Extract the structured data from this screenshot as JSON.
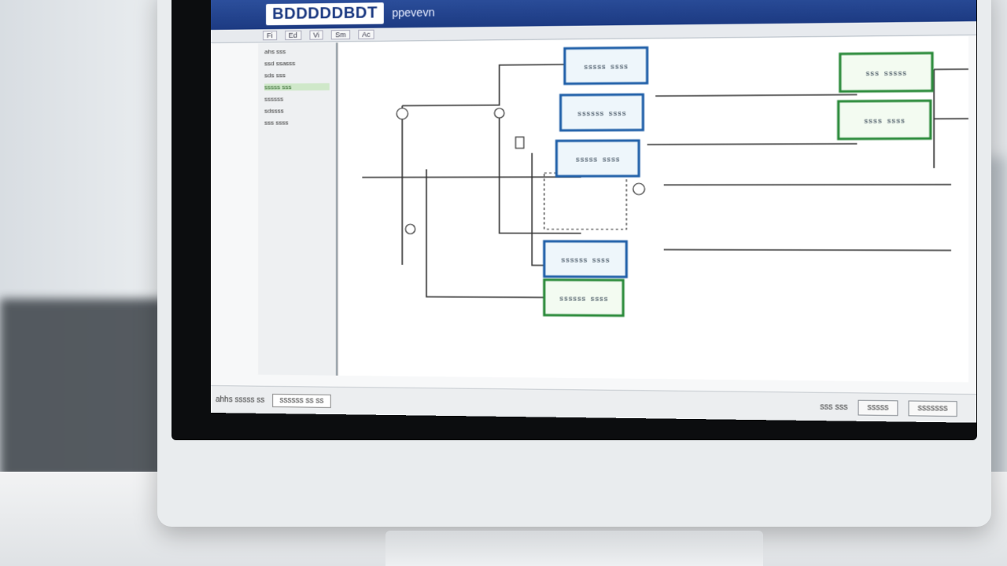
{
  "app": {
    "title": "BDDDDDBDT",
    "subtitle": "ppevevn"
  },
  "toolbar": {
    "items": [
      "Fi",
      "Ed",
      "Vi",
      "Sm",
      "Ac"
    ]
  },
  "sidebar": {
    "items": [
      {
        "label": "ahs sss",
        "highlight": false
      },
      {
        "label": "ssd ssasss",
        "highlight": false
      },
      {
        "label": "sds sss",
        "highlight": false
      },
      {
        "label": "sssss sss",
        "highlight": true
      },
      {
        "label": "ssssss",
        "highlight": false
      },
      {
        "label": "sdssss",
        "highlight": false
      },
      {
        "label": "sss ssss",
        "highlight": false
      }
    ]
  },
  "diagram": {
    "blue_blocks": [
      "sssss ssss",
      "ssssss ssss",
      "sssss ssss",
      "ssssss ssss"
    ],
    "green_blocks": [
      "sss sssss",
      "ssss ssss",
      "ssssss ssss"
    ]
  },
  "statusbar": {
    "left_label": "ahhs sssss ss",
    "field": "ssssss ss ss",
    "right_label": "sss sss",
    "button1": "sssss",
    "button2": "sssssss"
  },
  "colors": {
    "titlebar": "#1c3a82",
    "block_blue": "#1f5fa8",
    "block_green": "#2a8a3a",
    "wire": "#333333"
  }
}
